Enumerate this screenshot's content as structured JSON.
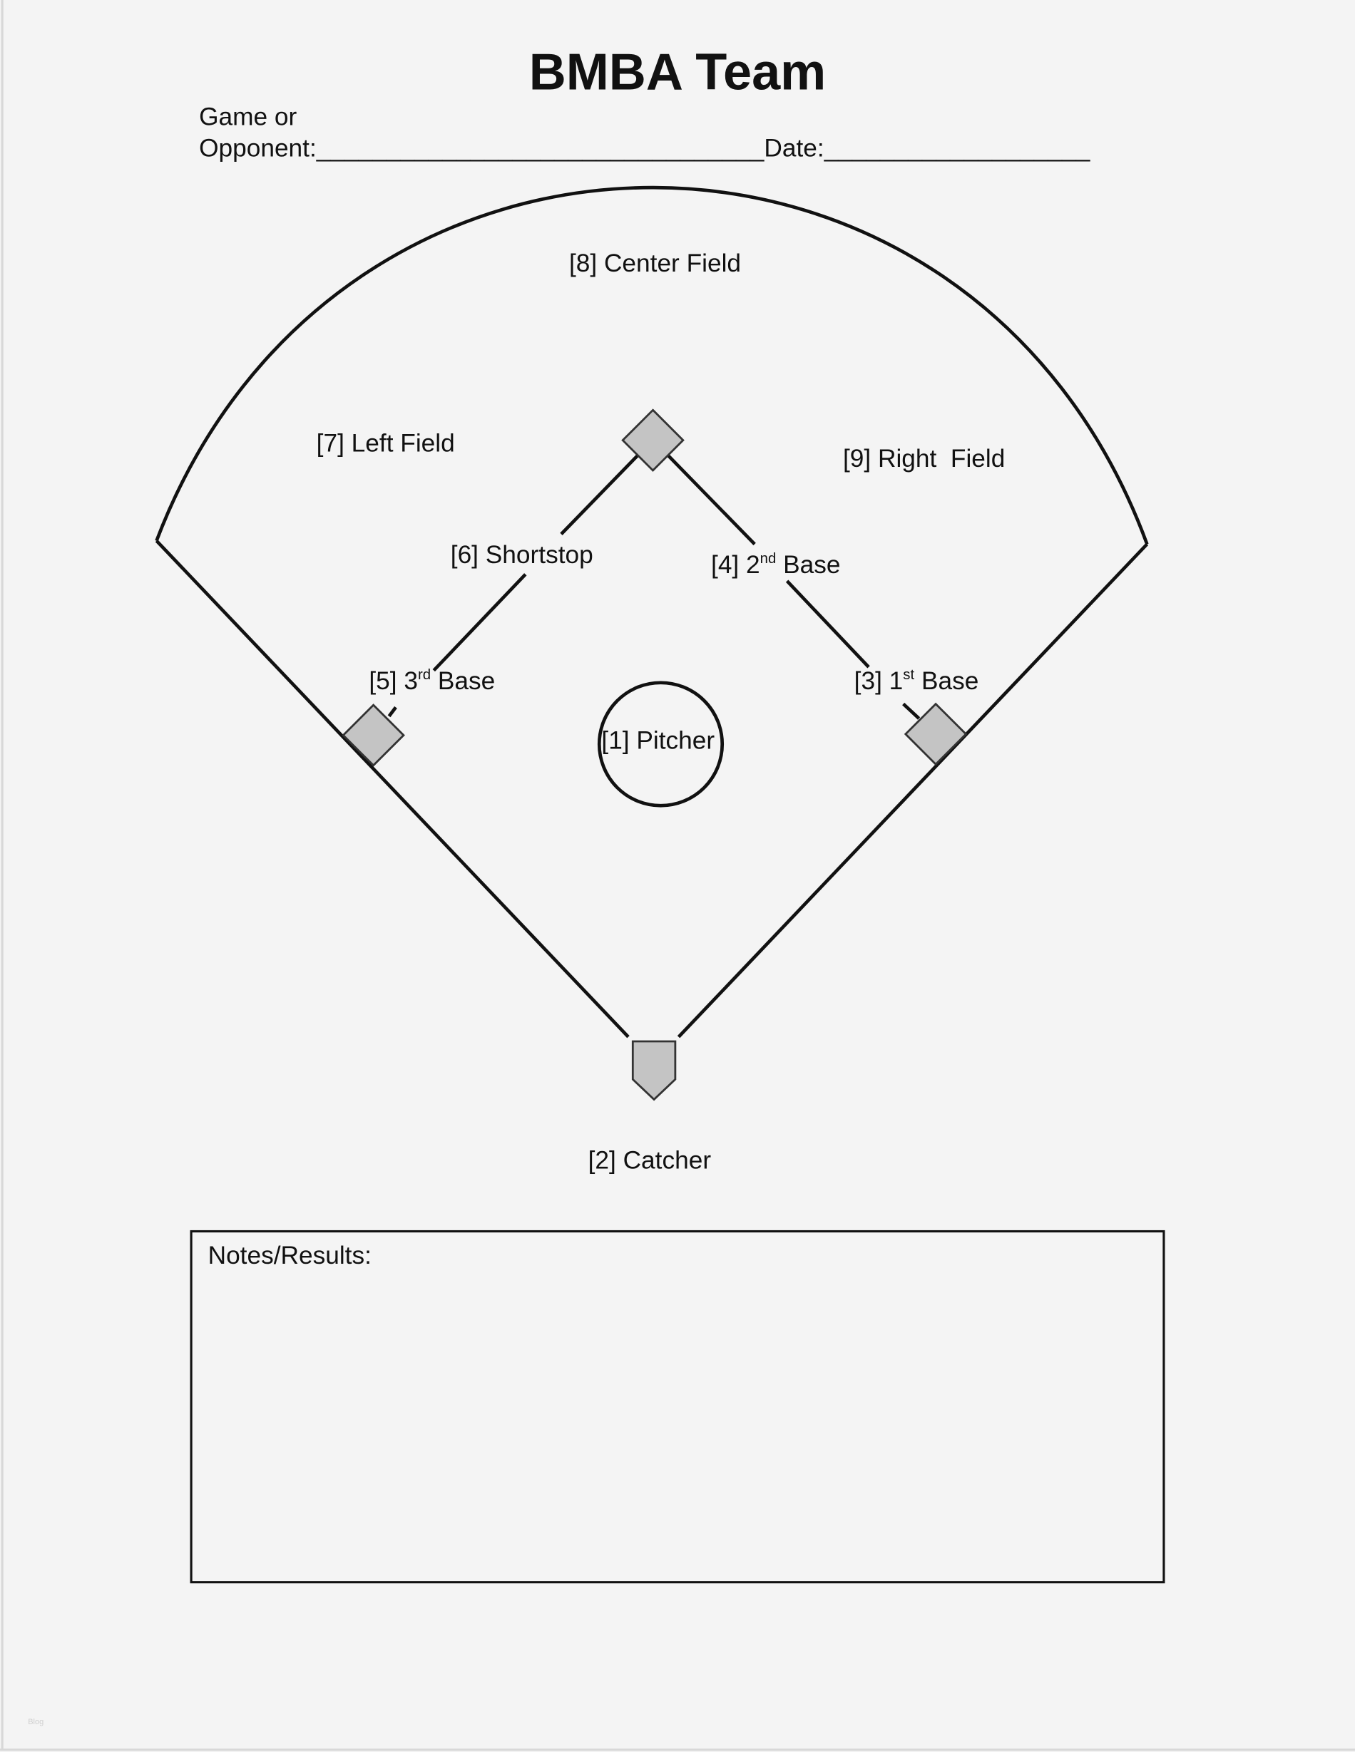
{
  "header": {
    "title": "BMBA Team",
    "game_label_line1": "Game or",
    "opponent_label": "Opponent:",
    "opponent_blank": "________________________________",
    "date_label": "Date:",
    "date_blank": "___________________"
  },
  "positions": {
    "center_field": "[8] Center Field",
    "left_field": "[7] Left Field",
    "right_field": "[9] Right  Field",
    "shortstop": "[6] Shortstop",
    "second_base": {
      "prefix": "[4] 2",
      "sup": "nd",
      "suffix": " Base"
    },
    "third_base": {
      "prefix": "[5] 3",
      "sup": "rd",
      "suffix": " Base"
    },
    "first_base": {
      "prefix": "[3] 1",
      "sup": "st",
      "suffix": " Base"
    },
    "pitcher": "[1] Pitcher",
    "catcher": "[2] Catcher"
  },
  "notes": {
    "label": "Notes/Results:"
  },
  "watermark": "Blog",
  "colors": {
    "background": "#f4f4f4",
    "base_fill": "#c4c4c4",
    "ink": "#111111"
  }
}
